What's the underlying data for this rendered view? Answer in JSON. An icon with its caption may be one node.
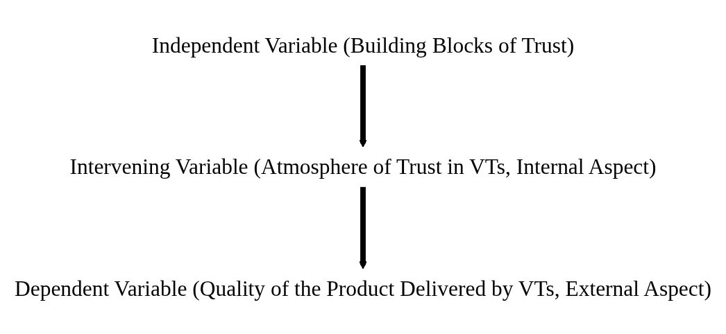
{
  "diagram": {
    "nodes": [
      {
        "text": [
          "Independent Variable (Building Blocks of Trust)"
        ]
      },
      {
        "text": [
          "Intervening Variable (Atmosphere of Trust in VTs, Internal Aspect)"
        ]
      },
      {
        "text": [
          "Dependent Variable (Quality of the Product Delivered by VTs, External Aspect)"
        ]
      }
    ],
    "edges": [
      {
        "from": 0,
        "to": 1,
        "arrow": "to"
      },
      {
        "from": 1,
        "to": 2,
        "arrow": "to"
      }
    ]
  }
}
